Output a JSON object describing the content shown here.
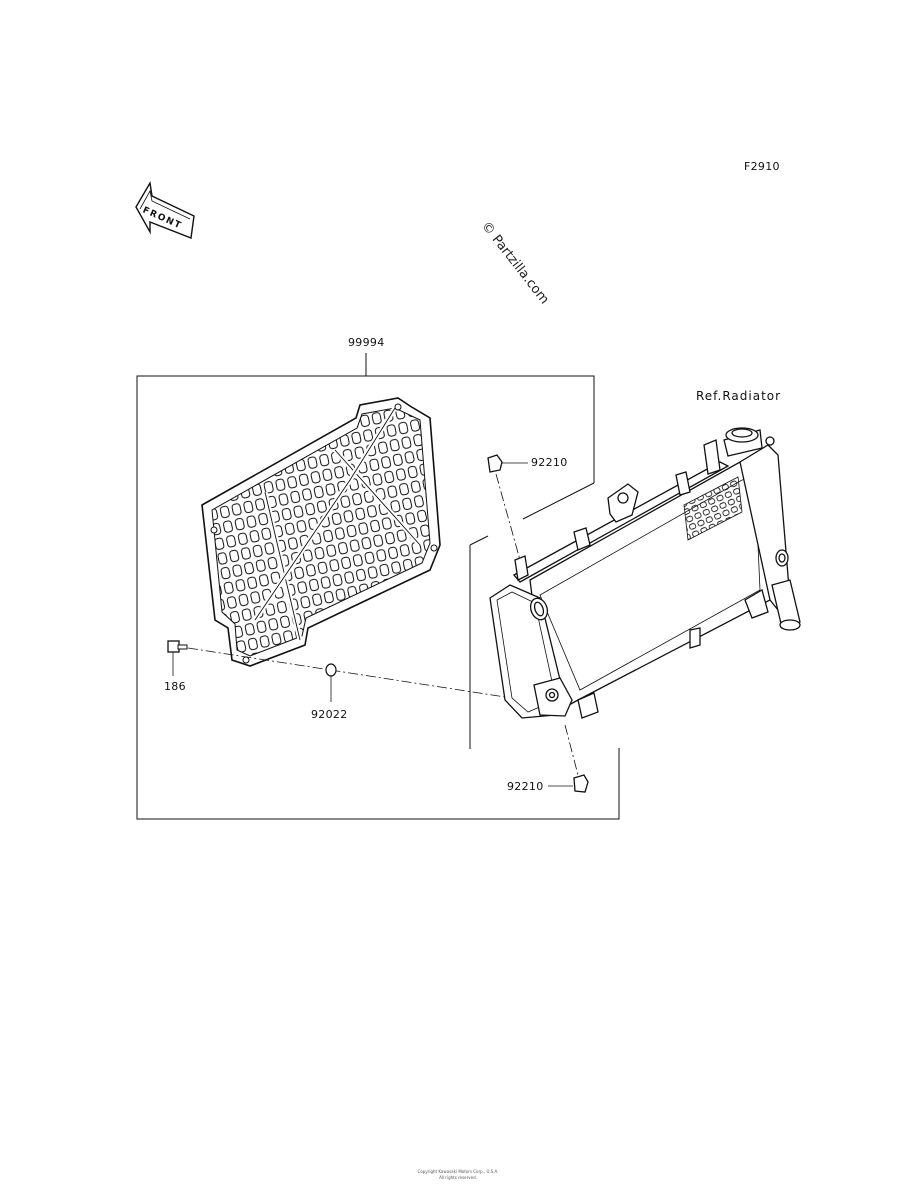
{
  "diagram": {
    "figure_code": "F2910",
    "front_label": "FRONT",
    "watermark": "© Partzilla.com",
    "ref_label": "Ref.Radiator",
    "parts": [
      {
        "id": "grille",
        "number": "99994"
      },
      {
        "id": "clip-top",
        "number": "92210"
      },
      {
        "id": "bolt",
        "number": "186"
      },
      {
        "id": "washer",
        "number": "92022"
      },
      {
        "id": "clip-bottom",
        "number": "92210"
      }
    ],
    "footer_line1": "Copyright Kawasaki Motors Corp., U.S.A.",
    "footer_line2": "All rights reserved."
  }
}
